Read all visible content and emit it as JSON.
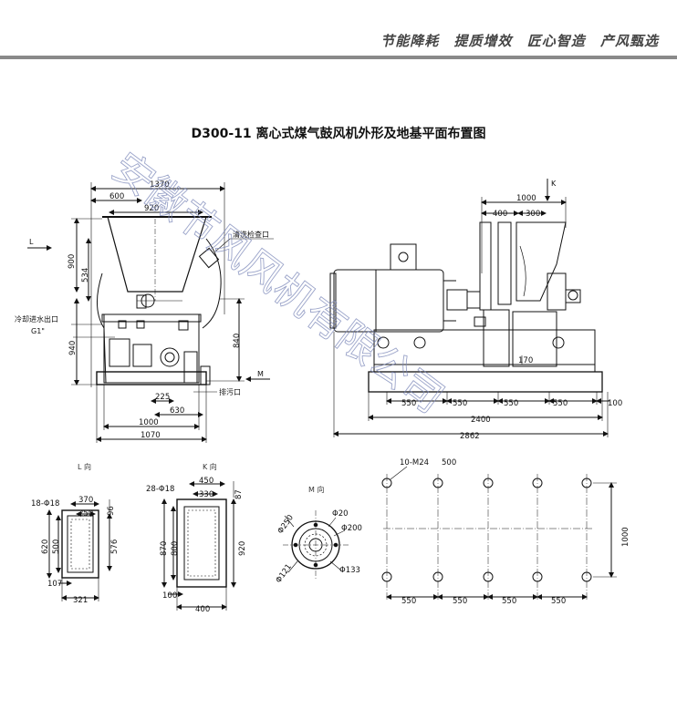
{
  "header": {
    "slogans": [
      "节能降耗",
      "提质增效",
      "匠心智造",
      "产风甄选"
    ],
    "bar_color": "#8a8a8a"
  },
  "title": "D300-11 离心式煤气鼓风机外形及地基平面布置图",
  "watermark": "安徽节风风机有限公司",
  "front_view": {
    "dims": {
      "d1370": "1370",
      "d600": "600",
      "d920": "920",
      "d900": "900",
      "d534": "534",
      "d940": "940",
      "d840": "840",
      "d225": "225",
      "d630": "630",
      "d1000": "1000",
      "d1070": "1070"
    },
    "labels": {
      "L": "L",
      "M": "M",
      "inspection": "清洗检查口",
      "cooling": "冷却进水出口",
      "g1": "G1\"",
      "drain": "排污口"
    }
  },
  "side_view": {
    "dims": {
      "d1000": "1000",
      "d400": "400",
      "d300": "300",
      "d170": "170",
      "d550a": "550",
      "d550b": "550",
      "d550c": "550",
      "d550d": "550",
      "d100": "100",
      "d2400": "2400",
      "d2862": "2862"
    },
    "labels": {
      "K": "K"
    }
  },
  "l_view": {
    "title": "L 向",
    "dims": {
      "holes": "18-Φ18",
      "d370": "370",
      "d250": "250",
      "d96": "96",
      "d620": "620",
      "d500": "500",
      "d576": "576",
      "d107": "107",
      "d321": "321"
    }
  },
  "k_view": {
    "title": "K 向",
    "dims": {
      "holes": "28-Φ18",
      "d450": "450",
      "d330": "330",
      "d87": "87",
      "d870": "870",
      "d800": "800",
      "d920": "920",
      "d100": "100",
      "d400": "400"
    }
  },
  "m_view": {
    "title": "M 向",
    "dims": {
      "d250": "Φ250",
      "d20": "Φ20",
      "d200": "Φ200",
      "d121": "Φ121",
      "d133": "Φ133"
    }
  },
  "plan_view": {
    "dims": {
      "bolts": "10-M24",
      "d500": "500",
      "d1000": "1000",
      "d550a": "550",
      "d550b": "550",
      "d550c": "550",
      "d550d": "550"
    }
  }
}
